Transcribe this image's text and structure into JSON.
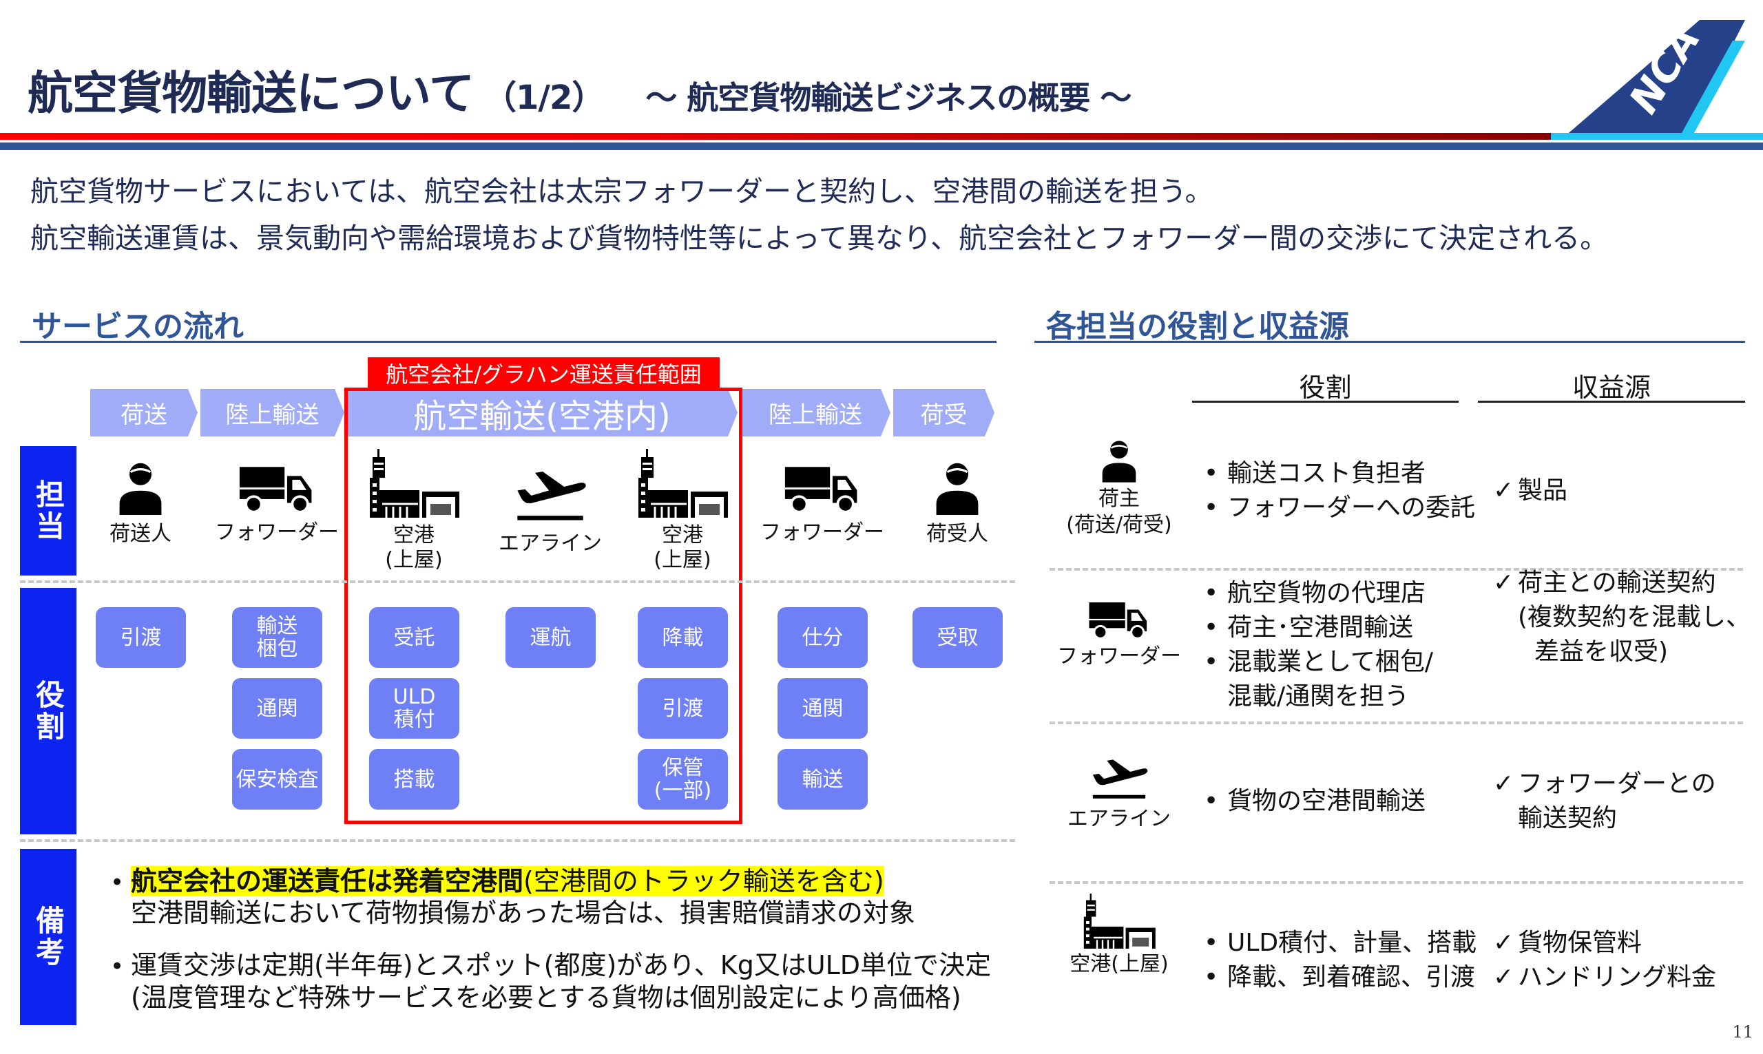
{
  "header": {
    "title": "航空貨物輸送について",
    "page_part": "（1/2）",
    "subtitle": "～ 航空貨物輸送ビジネスの概要 ～",
    "logo_text": "NCA"
  },
  "intro": [
    "航空貨物サービスにおいては、航空会社は太宗フォワーダーと契約し、空港間の輸送を担う。",
    "航空輸送運賃は、景気動向や需給環境および貨物特性等によって異なり、航空会社とフォワーダー間の交渉にて決定される。"
  ],
  "flow": {
    "heading": "サービスの流れ",
    "responsibility_label": "航空会社/グラハン運送責任範囲",
    "stages": [
      "荷送",
      "陸上輸送",
      "航空輸送(空港内)",
      "陸上輸送",
      "荷受"
    ],
    "side_labels": {
      "actors": "担当",
      "roles": "役割",
      "notes": "備考"
    },
    "actors": [
      {
        "icon": "person-icon",
        "label": "荷送人"
      },
      {
        "icon": "truck-icon",
        "label": "フォワーダー"
      },
      {
        "icon": "airport-icon",
        "label": "空港\n(上屋)"
      },
      {
        "icon": "airplane-icon",
        "label": "エアライン"
      },
      {
        "icon": "airport-icon",
        "label": "空港\n(上屋)"
      },
      {
        "icon": "truck-icon",
        "label": "フォワーダー"
      },
      {
        "icon": "person-icon",
        "label": "荷受人"
      }
    ],
    "roles": [
      [
        "引渡"
      ],
      [
        "輸送\n梱包",
        "通関",
        "保安検査"
      ],
      [
        "受託",
        "ULD\n積付",
        "搭載"
      ],
      [
        "運航"
      ],
      [
        "降載",
        "引渡",
        "保管\n(一部)"
      ],
      [
        "仕分",
        "通関",
        "輸送"
      ],
      [
        "受取"
      ]
    ],
    "notes": [
      {
        "highlight": "航空会社の運送責任は発着空港間",
        "highlight_rest": "(空港間のトラック輸送を含む)",
        "line2": "空港間輸送において荷物損傷があった場合は、損害賠償請求の対象"
      },
      {
        "line1": "運賃交渉は定期(半年毎)とスポット(都度)があり、Kg又はULD単位で決定",
        "line2": "(温度管理など特殊サービスを必要とする貨物は個別設定により高価格)"
      }
    ]
  },
  "roles_table": {
    "heading": "各担当の役割と収益源",
    "col_role": "役割",
    "col_revenue": "収益源",
    "check": "✓",
    "rows": [
      {
        "icon": "person-icon",
        "label": "荷主\n(荷送/荷受)",
        "roles": [
          "輸送コスト負担者",
          "フォワーダーへの委託"
        ],
        "revenue": [
          "製品"
        ]
      },
      {
        "icon": "truck-icon",
        "label": "フォワーダー",
        "roles": [
          "航空貨物の代理店",
          "荷主･空港間輸送",
          "混載業として梱包/"
        ],
        "roles_cont": "混載/通関を担う",
        "revenue": [
          "荷主との輸送契約"
        ],
        "revenue_cont": [
          "(複数契約を混載し、",
          "差益を収受)"
        ]
      },
      {
        "icon": "airplane-icon",
        "label": "エアライン",
        "roles": [
          "貨物の空港間輸送"
        ],
        "revenue": [
          "フォワーダーとの"
        ],
        "revenue_cont": [
          "輸送契約"
        ]
      },
      {
        "icon": "airport-icon",
        "label": "空港(上屋)",
        "roles": [
          "ULD積付、計量、搭載",
          "降載、到着確認、引渡"
        ],
        "revenue": [
          "貨物保管料",
          "ハンドリング料金"
        ]
      }
    ]
  },
  "page_number": "11",
  "colors": {
    "navy": "#1f2b55",
    "heading": "#2f5597",
    "side": "#0d24f0",
    "role_button": "#6f7ff5",
    "chevron": "#a0acf7",
    "red": "#ff0000",
    "highlight": "#ffff00"
  }
}
